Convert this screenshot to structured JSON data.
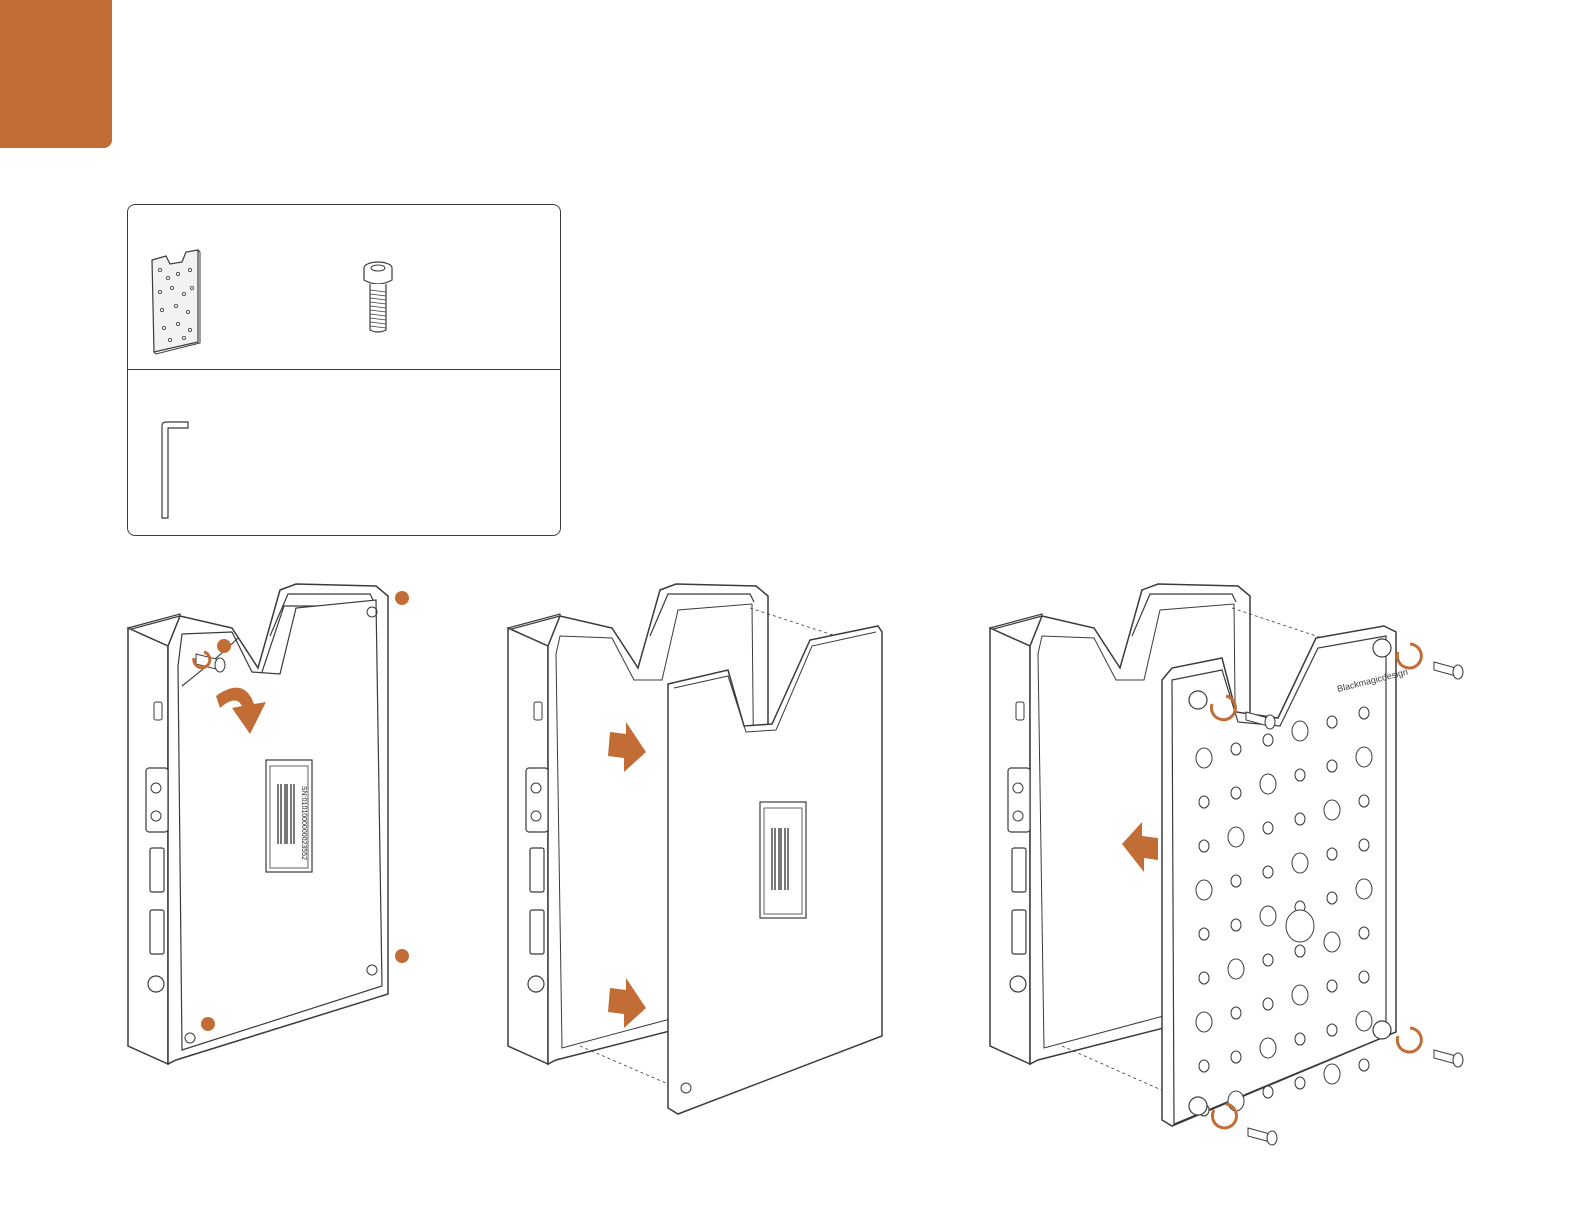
{
  "accent_color": "#c26c36",
  "line_color": "#3b3b3b",
  "kit_items": [
    {
      "icon": "mounting-plate-icon"
    },
    {
      "icon": "cap-screw-icon"
    },
    {
      "icon": "hex-key-icon"
    }
  ],
  "label_text": "SN:0101000000023552",
  "steps": [
    {
      "icon": "remove-screw-step"
    },
    {
      "icon": "remove-cover-step"
    },
    {
      "icon": "attach-plate-step"
    }
  ]
}
